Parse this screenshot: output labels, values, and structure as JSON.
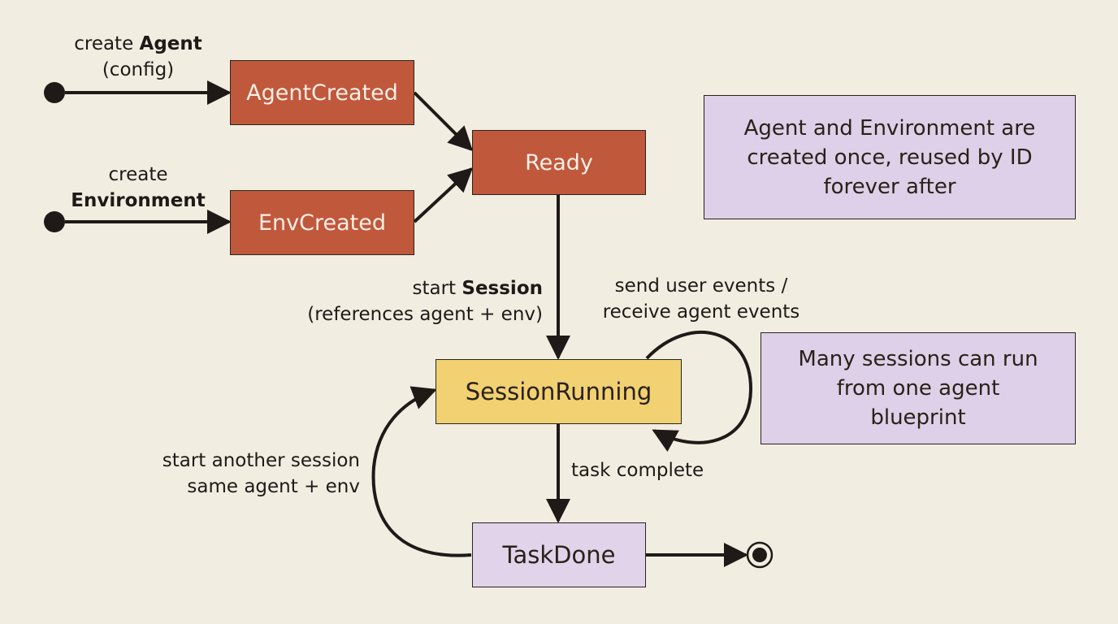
{
  "states": {
    "agent_created": "AgentCreated",
    "env_created": "EnvCreated",
    "ready": "Ready",
    "session_running": "SessionRunning",
    "task_done": "TaskDone"
  },
  "transitions": {
    "create_agent": {
      "verb": "create",
      "object": "Agent",
      "detail": "(config)"
    },
    "create_environment": {
      "verb": "create",
      "object": "Environment"
    },
    "start_session": {
      "verb": "start",
      "object": "Session",
      "detail": "(references agent + env)"
    },
    "loop": {
      "line1": "send user events /",
      "line2": "receive agent events"
    },
    "task_complete": "task complete",
    "restart": {
      "line1": "start another session",
      "line2": "same agent + env"
    }
  },
  "notes": {
    "reuse": "Agent and Environment are created once, reused by ID forever after",
    "blueprint": "Many sessions can run from one agent blueprint"
  },
  "colors": {
    "background": "#f1ede1",
    "orange_state": "#c0583b",
    "yellow_state": "#f1d172",
    "lilac_state": "#e0d3ea",
    "note": "#ddd0e8",
    "stroke": "#2a2420"
  }
}
